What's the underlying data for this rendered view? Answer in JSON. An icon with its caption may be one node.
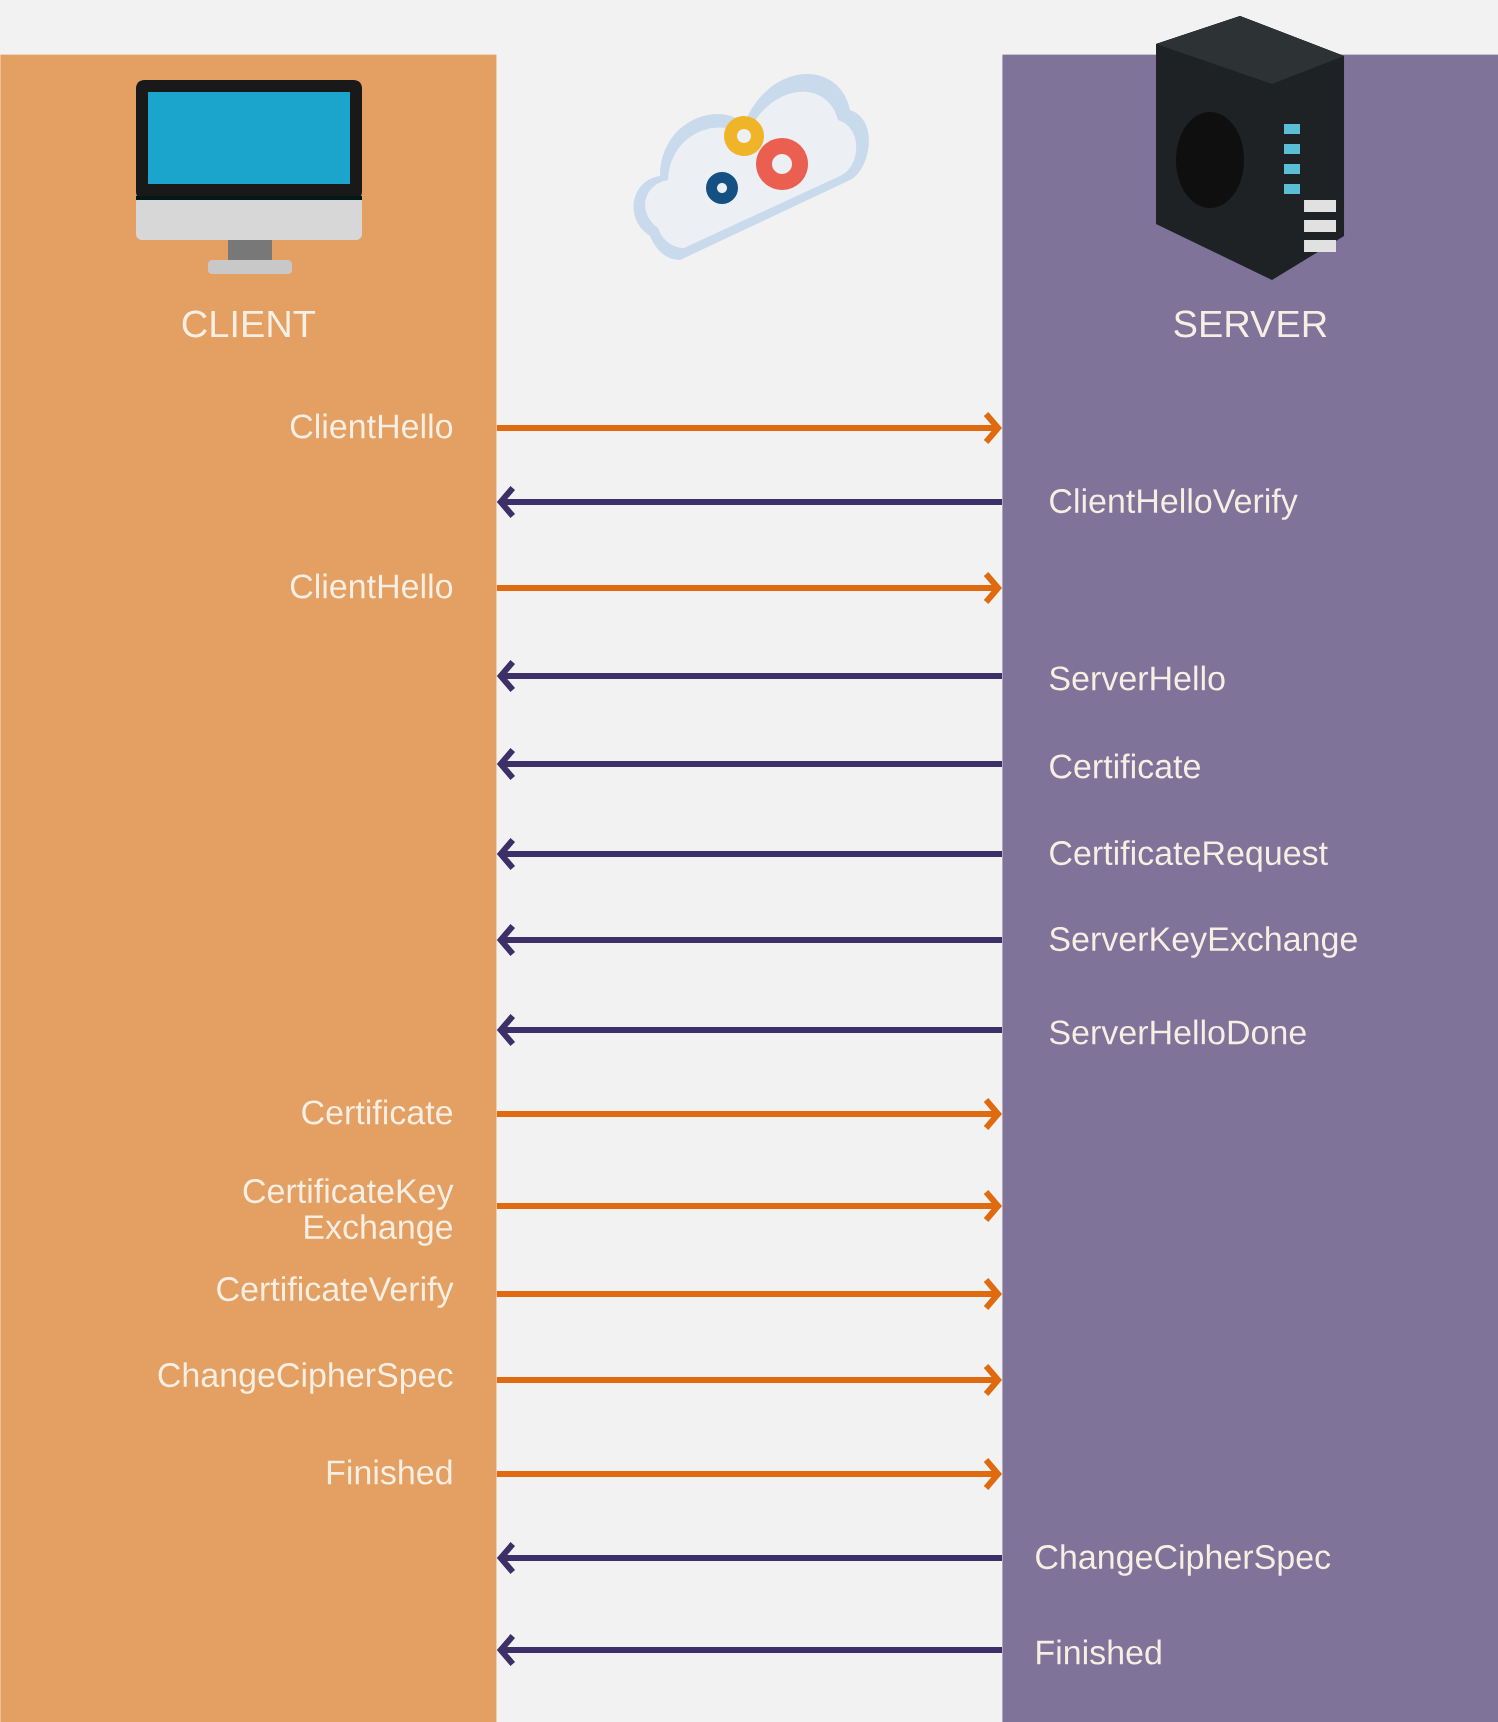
{
  "diagram": {
    "nodes": [
      {
        "text": [
          "CLIENT"
        ]
      },
      {
        "text": [
          "SERVER"
        ]
      }
    ],
    "edges": [
      {
        "from": 0,
        "to": 1,
        "arrow": "to",
        "label": "ClientHello",
        "color": "#e06a10"
      },
      {
        "from": 1,
        "to": 0,
        "arrow": "to",
        "label": "ClientHelloVerify",
        "color": "#3d3068"
      },
      {
        "from": 0,
        "to": 1,
        "arrow": "to",
        "label": "ClientHello",
        "color": "#e06a10"
      },
      {
        "from": 1,
        "to": 0,
        "arrow": "to",
        "label": "ServerHello",
        "color": "#3d3068"
      },
      {
        "from": 1,
        "to": 0,
        "arrow": "to",
        "label": "Certificate",
        "color": "#3d3068"
      },
      {
        "from": 1,
        "to": 0,
        "arrow": "to",
        "label": "CertificateRequest",
        "color": "#3d3068"
      },
      {
        "from": 1,
        "to": 0,
        "arrow": "to",
        "label": "ServerKeyExchange",
        "color": "#3d3068"
      },
      {
        "from": 1,
        "to": 0,
        "arrow": "to",
        "label": "ServerHelloDone",
        "color": "#3d3068"
      },
      {
        "from": 0,
        "to": 1,
        "arrow": "to",
        "label": "Certificate",
        "color": "#e06a10"
      },
      {
        "from": 0,
        "to": 1,
        "arrow": "to",
        "label": "CertificateKey Exchange",
        "color": "#e06a10"
      },
      {
        "from": 0,
        "to": 1,
        "arrow": "to",
        "label": "CertificateVerify",
        "color": "#e06a10"
      },
      {
        "from": 0,
        "to": 1,
        "arrow": "to",
        "label": "ChangeCipherSpec",
        "color": "#e06a10"
      },
      {
        "from": 0,
        "to": 1,
        "arrow": "to",
        "label": "Finished",
        "color": "#e06a10"
      },
      {
        "from": 1,
        "to": 0,
        "arrow": "to",
        "label": "ChangeCipherSpec",
        "color": "#3d3068"
      },
      {
        "from": 1,
        "to": 0,
        "arrow": "to",
        "label": "Finished",
        "color": "#3d3068"
      }
    ]
  }
}
